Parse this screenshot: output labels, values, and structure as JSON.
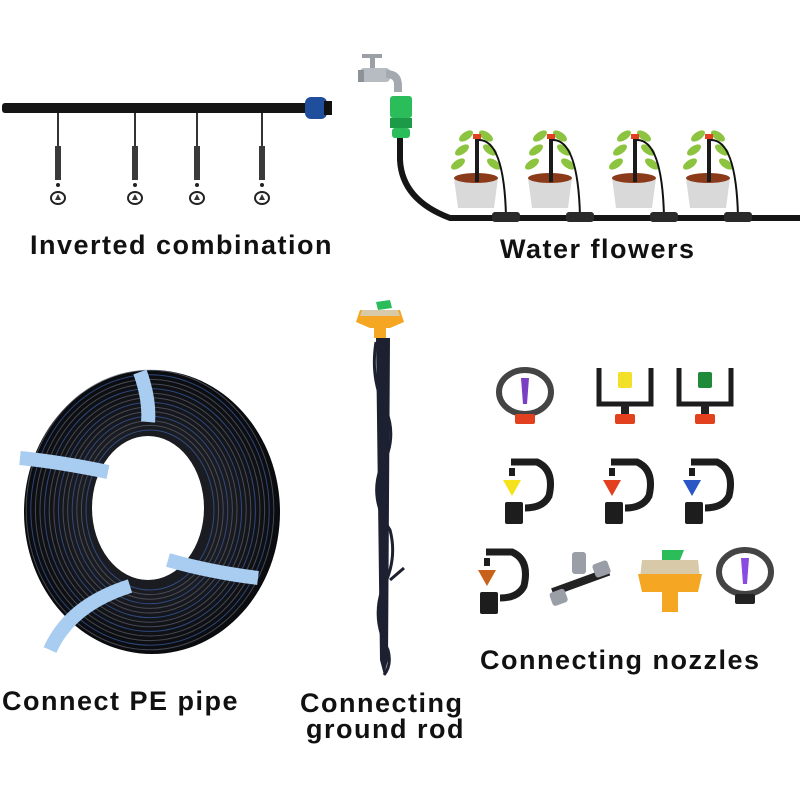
{
  "panels": {
    "inverted": {
      "label": "Inverted combination",
      "hanger_count": 4
    },
    "water": {
      "label": "Water flowers",
      "pot_count": 4
    },
    "pe_pipe": {
      "label": "Connect PE pipe"
    },
    "ground_rod": {
      "label_line1": "Connecting",
      "label_line2": "ground rod"
    },
    "nozzles": {
      "label": "Connecting nozzles",
      "items": [
        {
          "type": "rotary-ring",
          "accent": "#7b3fc4",
          "base": "#e2401f"
        },
        {
          "type": "frame",
          "accent": "#f2e02a",
          "base": "#e2401f"
        },
        {
          "type": "frame",
          "accent": "#1f8a3a",
          "base": "#e2401f"
        },
        {
          "type": "hook",
          "accent": "#f5e21a"
        },
        {
          "type": "hook",
          "accent": "#e2401f"
        },
        {
          "type": "hook",
          "accent": "#2a56c6"
        },
        {
          "type": "hook",
          "accent": "#c8621a"
        },
        {
          "type": "cross",
          "accent": "#9a9ea6"
        },
        {
          "type": "mister",
          "accent": "#f5a623"
        },
        {
          "type": "rotary-ring",
          "accent": "#8a4be0"
        }
      ]
    }
  },
  "colors": {
    "pipe": "#151515",
    "pipe_blue": "#1f4e9c",
    "connector_green": "#2bbd5a",
    "leaf": "#8cc43f",
    "pot": "#d9d9d9",
    "soil": "#8b3a1a",
    "strap": "#a9cdf0",
    "orange": "#f5a623",
    "red_cap": "#e2401f"
  }
}
